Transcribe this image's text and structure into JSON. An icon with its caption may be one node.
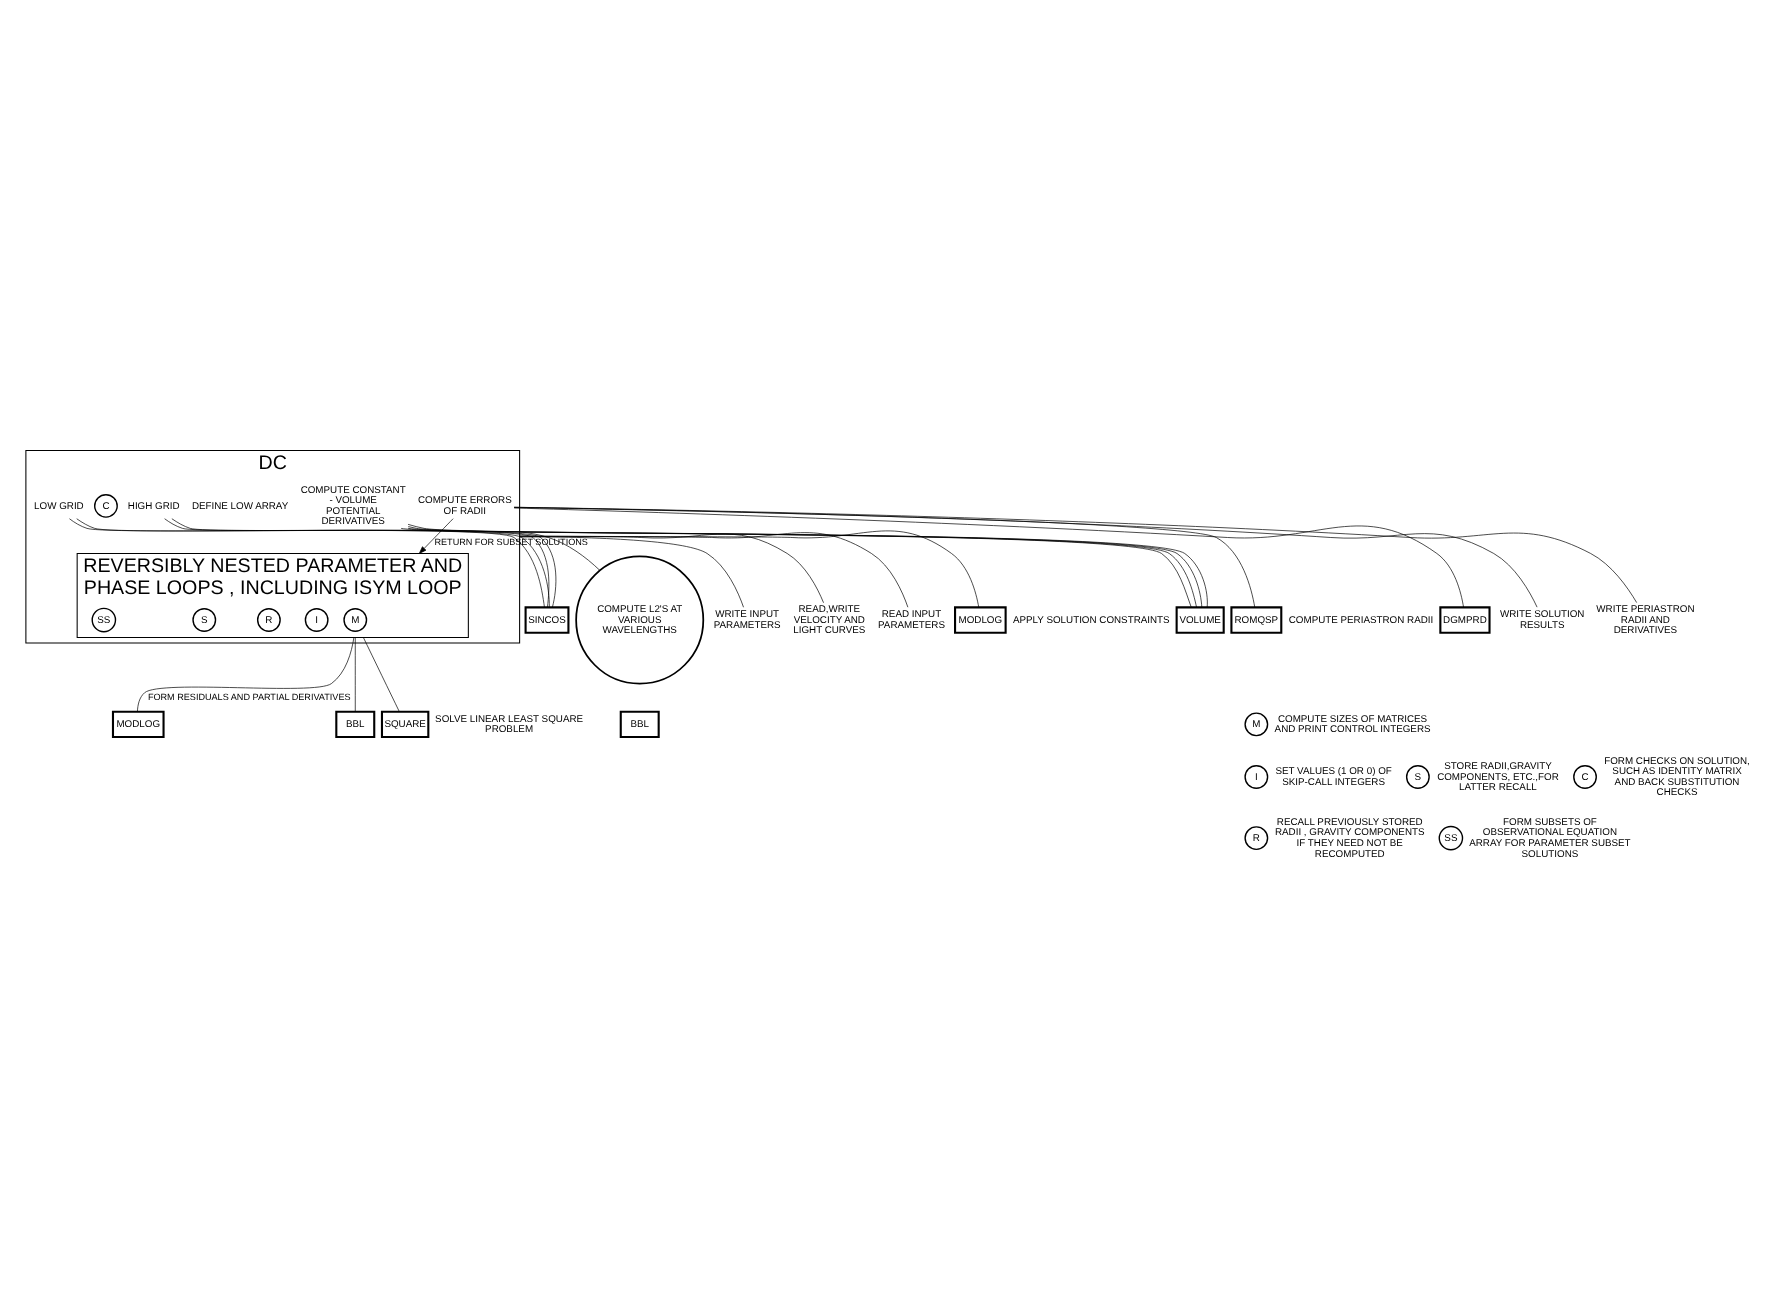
{
  "diagram": {
    "nodes": [
      {
        "text": [
          "DC"
        ]
      },
      {
        "text": [
          "HIGH GRID"
        ],
        "in": 0
      },
      {
        "text": [
          "LOW GRID"
        ],
        "in": 0
      },
      {
        "text": [
          "DEFINE LOW ARRAY"
        ],
        "in": 0
      },
      {
        "text": [
          "COMPUTE CONSTANT - VOLUME POTENTIAL DERIVATIVES"
        ],
        "in": 0
      },
      {
        "text": [
          "REVERSIBLY NESTED PARAMETER AND PHASE LOOPS , INCLUDING ISYM LOOP"
        ],
        "in": 0
      },
      {
        "text": [
          "M"
        ],
        "in": 5
      },
      {
        "text": [
          "I"
        ],
        "in": 5
      },
      {
        "text": [
          "R"
        ],
        "in": 5
      },
      {
        "text": [
          "S"
        ],
        "in": 5
      },
      {
        "text": [
          "SS"
        ],
        "in": 5
      },
      {
        "text": [
          "C"
        ],
        "in": 0
      },
      {
        "text": [
          "COMPUTE ERRORS OF RADII"
        ],
        "in": 0
      },
      {
        "text": [
          "READ INPUT PARAMETERS"
        ]
      },
      {
        "text": [
          "SINCOS"
        ]
      },
      {
        "text": [
          "MODLOG"
        ],
        "beside": [
          "APPLY SOLUTION CONSTRAINTS"
        ]
      },
      {
        "text": [
          "VOLUME"
        ]
      },
      {
        "text": [
          "COMPUTE L2'S AT VARIOUS WAVELENGTHS"
        ]
      },
      {
        "text": [
          "BBL"
        ]
      },
      {
        "text": [
          "MODLOG"
        ]
      },
      {
        "text": [
          "BBL"
        ]
      },
      {
        "text": [
          "DGMPRD"
        ]
      },
      {
        "text": [
          "WRITE SOLUTION RESULTS"
        ]
      },
      {
        "text": [
          "SQUARE"
        ],
        "beside": [
          "SOLVE LINEAR LEAST SQUARE PROBLEM"
        ]
      },
      {
        "text": [
          "WRITE PERIASTRON RADII AND DERIVATIVES"
        ]
      },
      {
        "text": [
          "WRITE INPUT PARAMETERS"
        ]
      },
      {
        "text": [
          "READ,WRITE VELOCITY AND LIGHT CURVES"
        ]
      },
      {
        "text": [
          "ROMQSP"
        ],
        "beside": [
          "COMPUTE PERIASTRON RADII"
        ]
      },
      {
        "text": [
          "M"
        ],
        "beside": [
          "COMPUTE SIZES OF MATRICES AND PRINT CONTROL INTEGERS"
        ]
      },
      {
        "text": [
          "I"
        ],
        "beside": [
          "SET VALUES (1 OR 0) OF SKIP-CALL INTEGERS"
        ]
      },
      {
        "text": [
          "S"
        ],
        "beside": [
          "STORE RADII,GRAVITY COMPONENTS, ETC.,FOR LATTER RECALL"
        ]
      },
      {
        "text": [
          "C"
        ],
        "beside": [
          "FORM CHECKS ON SOLUTION, SUCH AS IDENTITY MATRIX AND BACK SUBSTITUTION CHECKS"
        ]
      },
      {
        "text": [
          "R"
        ],
        "beside": [
          "RECALL PREVIOUSLY STORED RADII , GRAVITY COMPONENTS IF THEY NEED NOT BE RECOMPUTED"
        ]
      },
      {
        "text": [
          "SS"
        ],
        "beside": [
          "FORM SUBSETS OF OBSERVATIONAL EQUATION ARRAY FOR PARAMETER SUBSET SOLUTIONS"
        ]
      }
    ],
    "edges": [
      {
        "from": 0,
        "to": 13,
        "arrow": "none"
      },
      {
        "from": 1,
        "to": 14,
        "arrow": "none"
      },
      {
        "from": 1,
        "to": 14,
        "arrow": "none"
      },
      {
        "from": 2,
        "to": 14,
        "arrow": "none"
      },
      {
        "from": 2,
        "to": 14,
        "arrow": "none"
      },
      {
        "from": 0,
        "to": 15,
        "arrow": "none"
      },
      {
        "from": 4,
        "to": 16,
        "arrow": "none"
      },
      {
        "from": 4,
        "to": 16,
        "arrow": "none"
      },
      {
        "from": 4,
        "to": 16,
        "arrow": "none"
      },
      {
        "from": 4,
        "to": 16,
        "arrow": "none"
      },
      {
        "from": 0,
        "to": 17,
        "arrow": "none"
      },
      {
        "from": 0,
        "to": 25,
        "arrow": "none"
      },
      {
        "from": 0,
        "to": 26,
        "arrow": "none"
      },
      {
        "from": 5,
        "to": 19,
        "arrow": "none",
        "label": "FORM RESIDUALS AND PARTIAL DERIVATIVES"
      },
      {
        "from": 5,
        "to": 20,
        "arrow": "none"
      },
      {
        "from": 5,
        "to": 23,
        "arrow": "none"
      },
      {
        "from": 12,
        "to": 21,
        "arrow": "none"
      },
      {
        "from": 12,
        "to": 22,
        "arrow": "none"
      },
      {
        "from": 12,
        "to": 24,
        "arrow": "none"
      },
      {
        "from": 12,
        "to": 27,
        "arrow": "none"
      },
      {
        "from": 12,
        "to": 5,
        "arrow": "to",
        "label": "RETURN FOR SUBSET SOLUTIONS"
      }
    ]
  }
}
